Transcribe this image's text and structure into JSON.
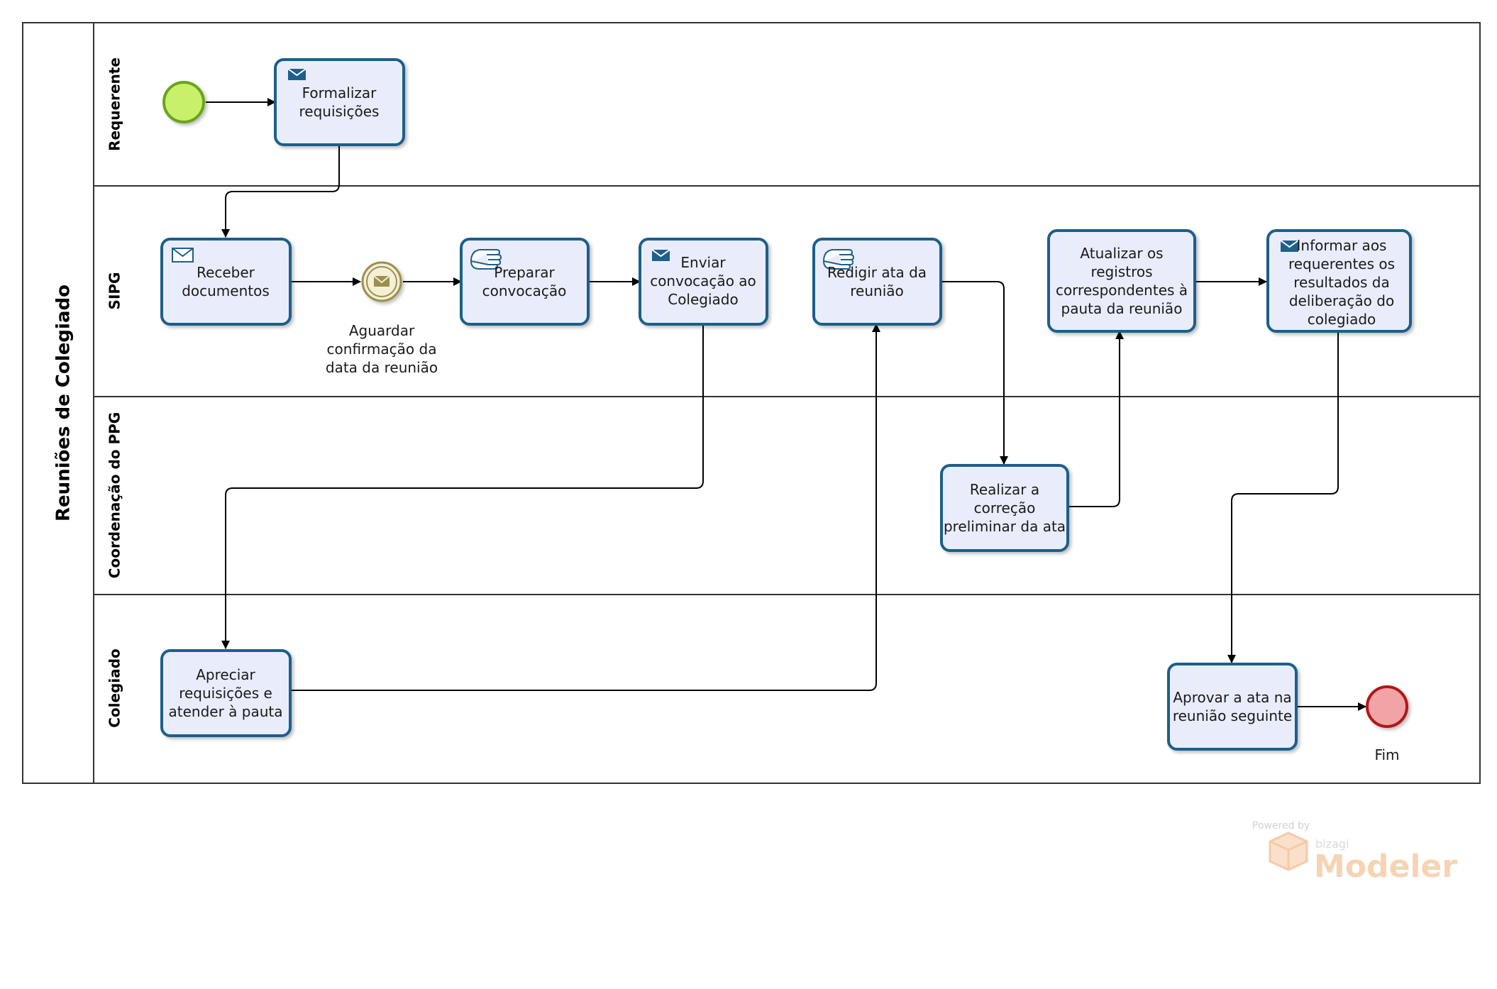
{
  "pool": {
    "name": "Reuniões de Colegiado"
  },
  "lanes": [
    {
      "id": "requerente",
      "name": "Requerente"
    },
    {
      "id": "sipg",
      "name": "SIPG"
    },
    {
      "id": "coordenacao",
      "name": "Coordenação do PPG"
    },
    {
      "id": "colegiado",
      "name": "Colegiado"
    }
  ],
  "start_event": {
    "lane": "requerente",
    "color": "#c8f06a"
  },
  "end_event": {
    "label": "Fim",
    "lane": "colegiado",
    "color": "#f2a3a6"
  },
  "intermediate_event": {
    "lane": "sipg",
    "icon": "envelope-icon",
    "label_lines": [
      "Aguardar",
      "confirmação da",
      "data da reunião"
    ]
  },
  "tasks": [
    {
      "id": "formalizar",
      "lane": "requerente",
      "icon": "envelope-icon",
      "lines": [
        "Formalizar",
        "requisições"
      ]
    },
    {
      "id": "receber",
      "lane": "sipg",
      "icon": "envelope-outline-icon",
      "lines": [
        "Receber",
        "documentos"
      ]
    },
    {
      "id": "preparar",
      "lane": "sipg",
      "icon": "hand-icon",
      "lines": [
        "Preparar",
        "convocação"
      ]
    },
    {
      "id": "enviar",
      "lane": "sipg",
      "icon": "envelope-icon",
      "lines": [
        "Enviar",
        "convocação ao",
        "Colegiado"
      ]
    },
    {
      "id": "redigir",
      "lane": "sipg",
      "icon": "hand-icon",
      "lines": [
        "Redigir ata da",
        "reunião"
      ]
    },
    {
      "id": "atualizar",
      "lane": "sipg",
      "icon": "",
      "lines": [
        "Atualizar os",
        "registros",
        "correspondentes à",
        "pauta da reunião"
      ]
    },
    {
      "id": "informar",
      "lane": "sipg",
      "icon": "envelope-icon",
      "lines": [
        "Informar aos",
        "requerentes os",
        "resultados da",
        "deliberação do",
        "colegiado"
      ]
    },
    {
      "id": "realizar",
      "lane": "coordenacao",
      "icon": "",
      "lines": [
        "Realizar a",
        "correção",
        "preliminar da ata"
      ]
    },
    {
      "id": "apreciar",
      "lane": "colegiado",
      "icon": "",
      "lines": [
        "Apreciar",
        "requisições e",
        "atender à pauta"
      ]
    },
    {
      "id": "aprovar",
      "lane": "colegiado",
      "icon": "",
      "lines": [
        "Aprovar a ata na",
        "reunião seguinte"
      ]
    }
  ],
  "flows": [
    {
      "from": "start",
      "to": "formalizar"
    },
    {
      "from": "formalizar",
      "to": "receber"
    },
    {
      "from": "receber",
      "to": "aguardar"
    },
    {
      "from": "aguardar",
      "to": "preparar"
    },
    {
      "from": "preparar",
      "to": "enviar"
    },
    {
      "from": "enviar",
      "to": "apreciar"
    },
    {
      "from": "apreciar",
      "to": "redigir"
    },
    {
      "from": "redigir",
      "to": "realizar"
    },
    {
      "from": "realizar",
      "to": "atualizar"
    },
    {
      "from": "atualizar",
      "to": "informar"
    },
    {
      "from": "informar",
      "to": "aprovar"
    },
    {
      "from": "aprovar",
      "to": "end"
    }
  ],
  "watermark": {
    "powered_by": "Powered by",
    "brand": "bizagi",
    "product": "Modeler"
  }
}
